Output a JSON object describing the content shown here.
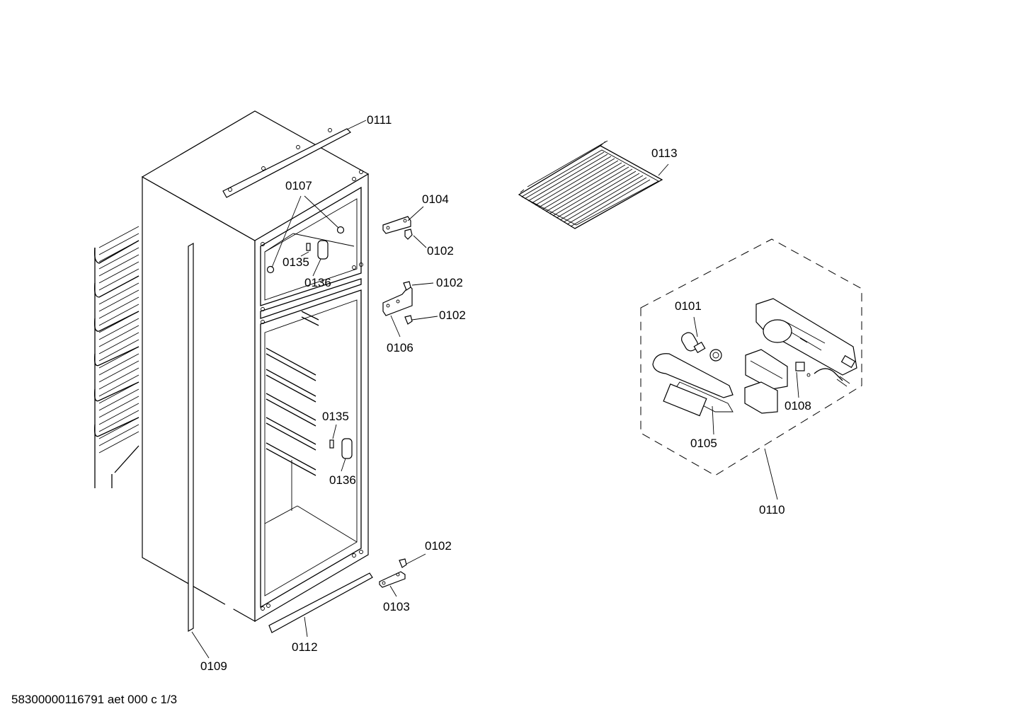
{
  "footer": "58300000116791 aet 000 c 1/3",
  "callouts": {
    "c0111": "0111",
    "c0113": "0113",
    "c0107": "0107",
    "c0104": "0104",
    "c0102a": "0102",
    "c0102b": "0102",
    "c0102c": "0102",
    "c0102d": "0102",
    "c0106": "0106",
    "c0135a": "0135",
    "c0136a": "0136",
    "c0135b": "0135",
    "c0136b": "0136",
    "c0101": "0101",
    "c0108": "0108",
    "c0105": "0105",
    "c0110": "0110",
    "c0103": "0103",
    "c0112": "0112",
    "c0109": "0109"
  }
}
